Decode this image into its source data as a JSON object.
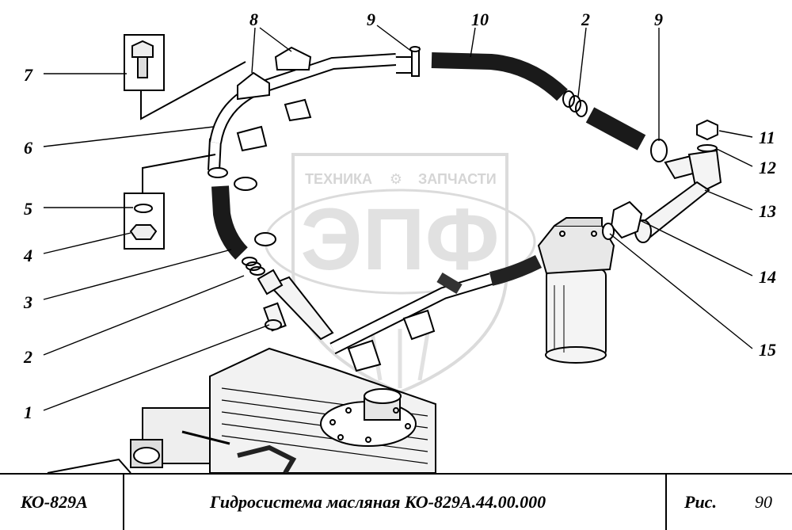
{
  "watermark": {
    "line1_left": "ТЕХНИКА",
    "line1_right": "ЗАПЧАСТИ",
    "logo": "ЭПФ",
    "gear_icon": "gear-icon"
  },
  "callouts": {
    "c1": "1",
    "c2_left": "2",
    "c2_top": "2",
    "c3": "3",
    "c4": "4",
    "c5": "5",
    "c6": "6",
    "c7": "7",
    "c8": "8",
    "c9_left": "9",
    "c9_right": "9",
    "c10": "10",
    "c11": "11",
    "c12": "12",
    "c13": "13",
    "c14": "14",
    "c15": "15"
  },
  "footer": {
    "model": "КО-829А",
    "title": "Гидросистема масляная КО-829А.44.00.000",
    "fig_label": "Рис.",
    "fig_number": "90"
  }
}
